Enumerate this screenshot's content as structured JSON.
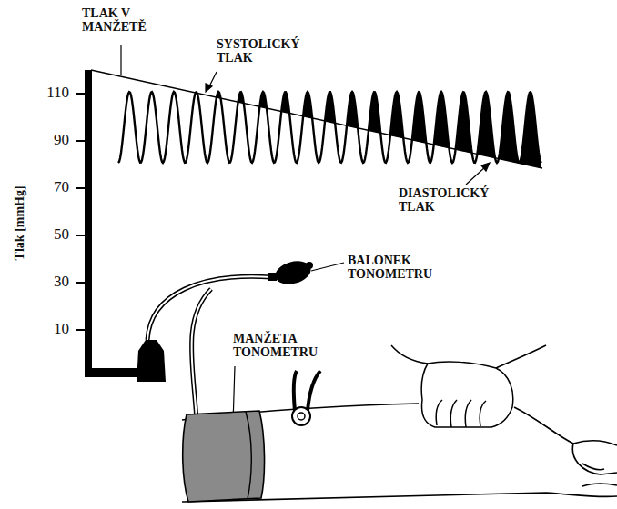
{
  "diagram": {
    "labels": [
      "TLAK V MANŽETĚ",
      "SYSTOLICKÝ TLAK",
      "110",
      "90",
      "70",
      "50",
      "30",
      "10",
      "Tlak [mmHg]",
      "DIASTOLICKÝ TLAK",
      "BALONEK TONOMETRU",
      "MANŽETA TONOMETRU"
    ]
  }
}
